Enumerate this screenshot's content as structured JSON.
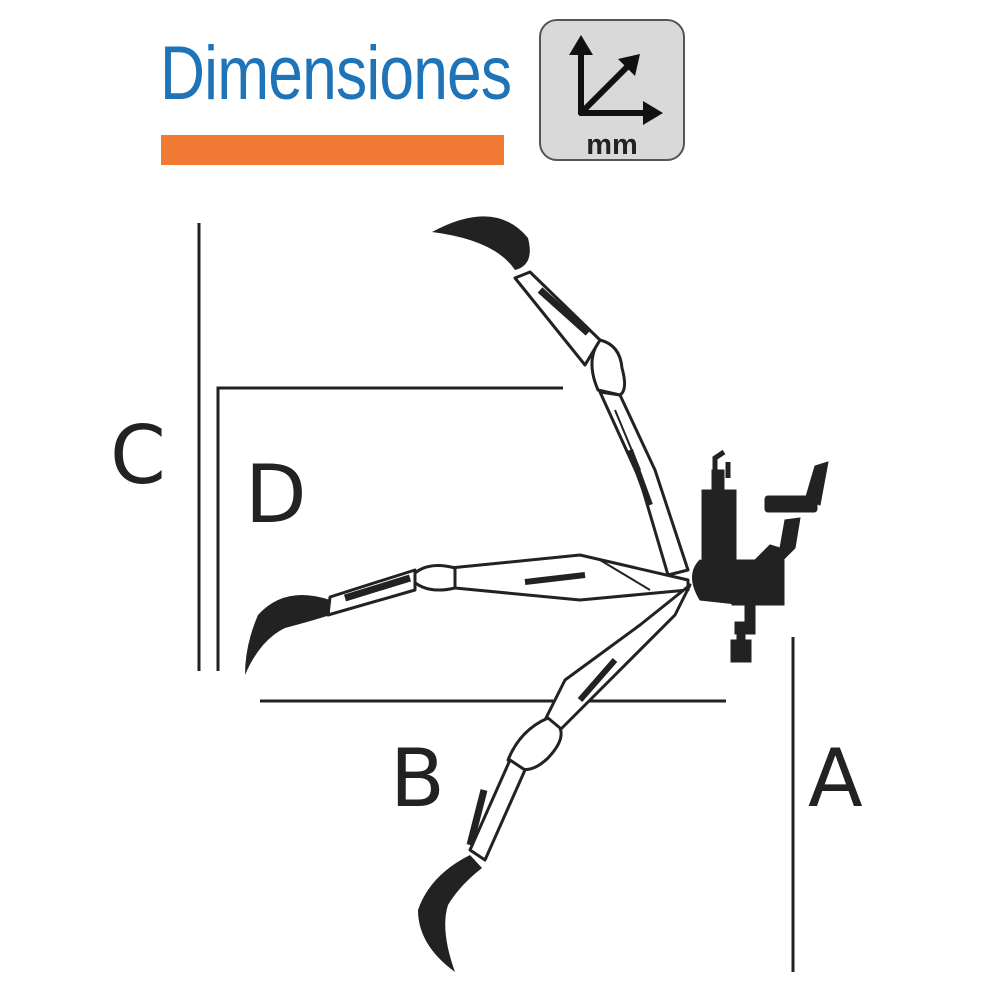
{
  "header": {
    "title": "Dimensiones",
    "unit_badge": {
      "icon": "axes-icon",
      "unit": "mm"
    }
  },
  "diagram": {
    "labels": {
      "a": "A",
      "b": "B",
      "c": "C",
      "d": "D"
    }
  },
  "colors": {
    "title_text": "#1f73b7",
    "title_underline": "#f07a34",
    "badge_background": "#d9d9d9",
    "ink": "#222222"
  }
}
